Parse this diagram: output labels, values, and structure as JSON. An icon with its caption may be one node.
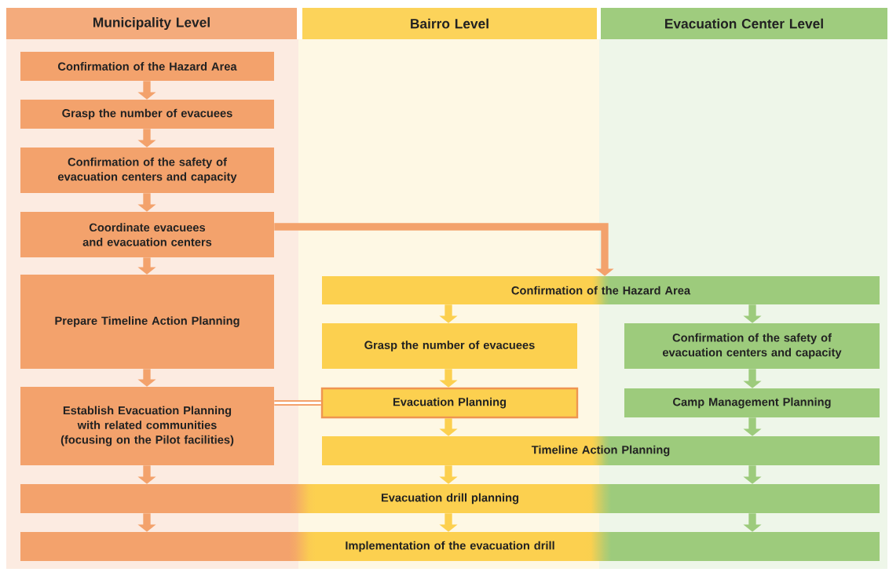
{
  "diagram": {
    "nodes": [
      {
        "text": [
          "Municipality Level"
        ]
      },
      {
        "text": [
          "Bairro Level"
        ]
      },
      {
        "text": [
          "Evacuation Center Level"
        ]
      },
      {
        "text": [
          "Confirmation of the Hazard Area"
        ]
      },
      {
        "text": [
          "Grasp the number of evacuees"
        ]
      },
      {
        "text": [
          "Confirmation of the safety of evacuation centers and capacity"
        ]
      },
      {
        "text": [
          "Coordinate evacuees and evacuation centers"
        ]
      },
      {
        "text": [
          "Prepare Timeline Action Planning"
        ]
      },
      {
        "text": [
          "Establish Evacuation Planning with related communities (focusing on the Pilot facilities)"
        ]
      },
      {
        "text": [
          "Confirmation of the Hazard Area"
        ]
      },
      {
        "text": [
          "Grasp the number of evacuees"
        ]
      },
      {
        "text": [
          "Confirmation of the safety of evacuation centers and capacity"
        ]
      },
      {
        "text": [
          "Evacuation Planning"
        ]
      },
      {
        "text": [
          "Camp Management Planning"
        ]
      },
      {
        "text": [
          "Timeline Action Planning"
        ]
      },
      {
        "text": [
          "Evacuation drill planning"
        ]
      },
      {
        "text": [
          "Implementation of the evacuation drill"
        ]
      }
    ],
    "edges": [
      {
        "from": 3,
        "to": 4,
        "arrow": "to"
      },
      {
        "from": 4,
        "to": 5,
        "arrow": "to"
      },
      {
        "from": 5,
        "to": 6,
        "arrow": "to"
      },
      {
        "from": 6,
        "to": 7,
        "arrow": "to"
      },
      {
        "from": 7,
        "to": 8,
        "arrow": "to"
      },
      {
        "from": 6,
        "to": 9,
        "arrow": "to"
      },
      {
        "from": 8,
        "to": 12,
        "arrow": "none"
      },
      {
        "from": 9,
        "to": 10,
        "arrow": "to",
        "color": "#fcd04f"
      },
      {
        "from": 9,
        "to": 11,
        "arrow": "to",
        "color": "#9dcb7c"
      },
      {
        "from": 10,
        "to": 12,
        "arrow": "to",
        "color": "#fcd04f"
      },
      {
        "from": 11,
        "to": 13,
        "arrow": "to",
        "color": "#9dcb7c"
      },
      {
        "from": 12,
        "to": 14,
        "arrow": "to",
        "color": "#fcd04f"
      },
      {
        "from": 13,
        "to": 14,
        "arrow": "to",
        "color": "#9dcb7c"
      },
      {
        "from": 8,
        "to": 15,
        "arrow": "to"
      },
      {
        "from": 14,
        "to": 15,
        "arrow": "to",
        "color": "#fcd04f"
      },
      {
        "from": 14,
        "to": 15,
        "arrow": "to",
        "color": "#9dcb7c"
      },
      {
        "from": 15,
        "to": 16,
        "arrow": "to"
      },
      {
        "from": 15,
        "to": 16,
        "arrow": "to",
        "color": "#fcd04f"
      },
      {
        "from": 15,
        "to": 16,
        "arrow": "to",
        "color": "#9dcb7c"
      }
    ]
  }
}
